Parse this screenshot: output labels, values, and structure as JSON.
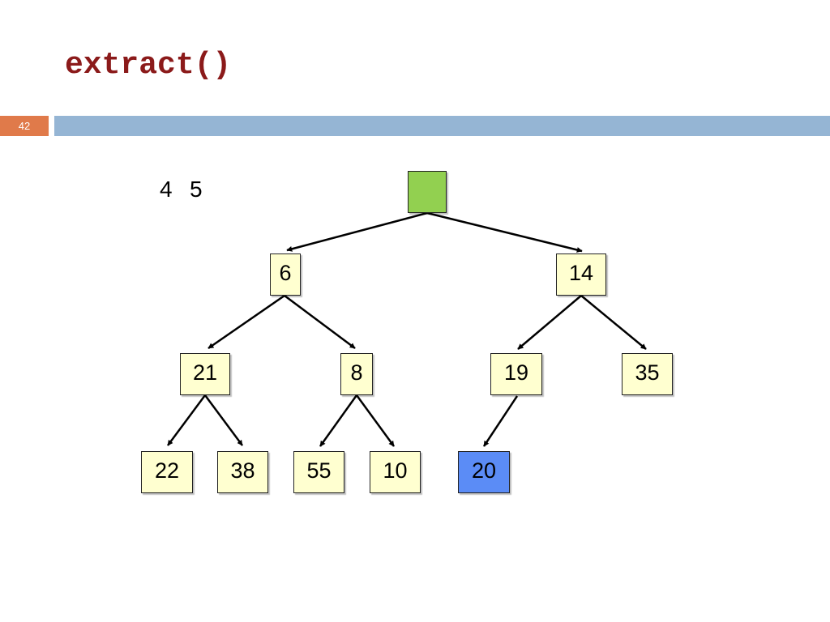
{
  "slide": {
    "title": "extract()",
    "number": "42",
    "side_values": [
      "4",
      "5"
    ]
  },
  "colors": {
    "title": "#8b1a1a",
    "slide_number_badge": "#e07a4a",
    "header_bar": "#95b5d4",
    "node_fill": "#ffffd0",
    "root_fill": "#92d050",
    "moved_node_fill": "#5b8cf6"
  },
  "tree": {
    "nodes": {
      "root": "",
      "n1": "6",
      "n2": "14",
      "n3": "21",
      "n4": "8",
      "n5": "19",
      "n6": "35",
      "n7": "22",
      "n8": "38",
      "n9": "55",
      "n10": "10",
      "n11": "20"
    }
  }
}
